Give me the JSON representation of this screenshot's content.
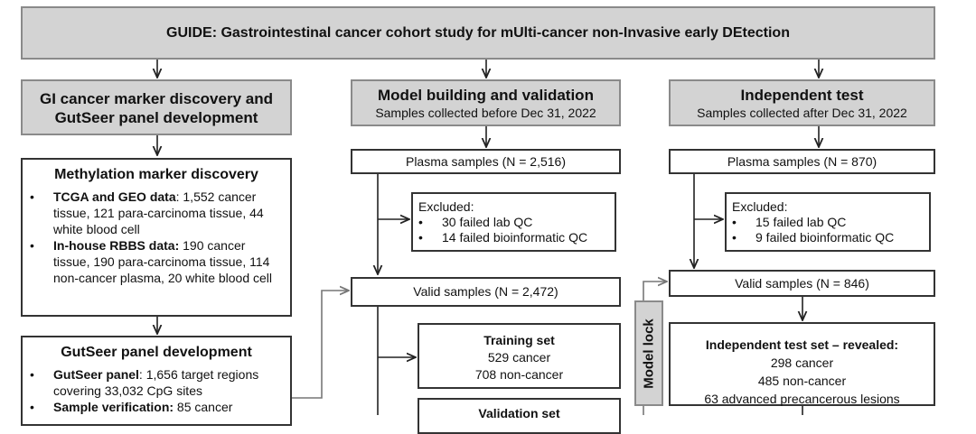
{
  "title": "GUIDE: Gastrointestinal cancer cohort study for mUlti-cancer non-Invasive early DEtection",
  "discovery": {
    "header_line1": "GI cancer marker discovery and",
    "header_line2": "GutSeer panel development",
    "marker_box": {
      "title": "Methylation marker discovery",
      "items": [
        {
          "bold": "TCGA and GEO data",
          "text": ": 1,552 cancer tissue, 121 para-carcinoma tissue, 44 white blood cell"
        },
        {
          "bold": "In-house RBBS data:",
          "text": " 190 cancer tissue, 190 para-carcinoma tissue, 114 non-cancer plasma, 20 white blood cell"
        }
      ]
    },
    "panel_box": {
      "title": "GutSeer panel development",
      "items": [
        {
          "bold": "GutSeer panel",
          "text": ": 1,656 target regions covering 33,032 CpG sites"
        },
        {
          "bold": "Sample verification:",
          "text": " 85 cancer"
        }
      ]
    }
  },
  "model": {
    "header": "Model building and validation",
    "subheader": "Samples collected before Dec 31, 2022",
    "plasma": "Plasma samples (N = 2,516)",
    "excluded_title": "Excluded:",
    "excluded_items": [
      "30 failed lab QC",
      "14 failed bioinformatic QC"
    ],
    "valid": "Valid samples (N = 2,472)",
    "training": {
      "title": "Training set",
      "lines": [
        "529 cancer",
        "708 non-cancer"
      ]
    },
    "validation": {
      "title": "Validation set"
    }
  },
  "independent": {
    "header": "Independent test",
    "subheader": "Samples collected after Dec 31, 2022",
    "plasma": "Plasma samples (N = 870)",
    "excluded_title": "Excluded:",
    "excluded_items": [
      "15 failed lab QC",
      "9 failed bioinformatic QC"
    ],
    "valid": "Valid samples (N = 846)",
    "test_set": {
      "title": "Independent test set – revealed:",
      "lines": [
        "298 cancer",
        "485 non-cancer",
        "63 advanced precancerous lesions"
      ]
    }
  },
  "model_lock": "Model lock"
}
